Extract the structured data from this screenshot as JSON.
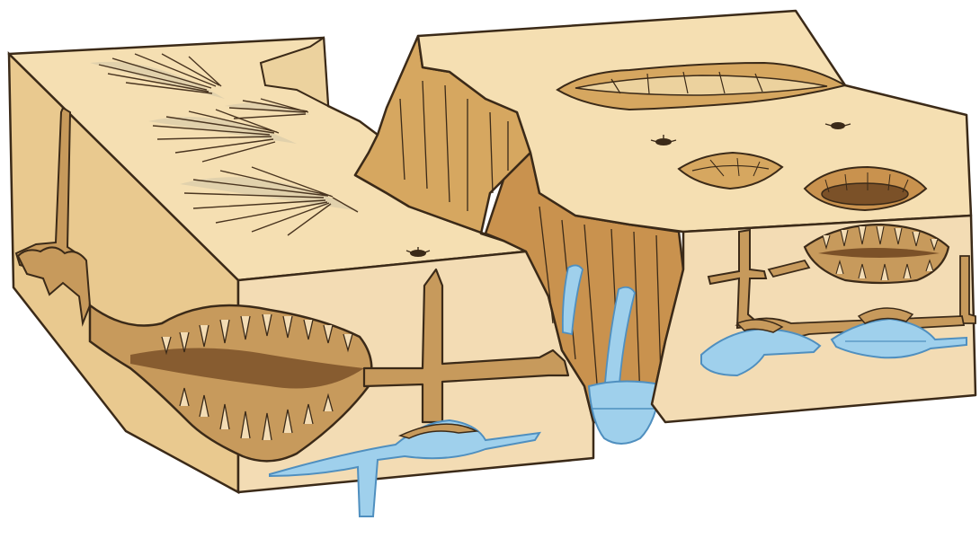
{
  "colors": {
    "background": "#ffffff",
    "surface_top": "#f5dfb2",
    "block_face": "#f3dcb4",
    "block_side": "#e9c98f",
    "cliff_wall": "#d6a760",
    "cliff_shadow": "#b98848",
    "cave_fill": "#c79a5c",
    "cave_dark": "#7b5128",
    "outline": "#3b2a18",
    "water": "#9fd0ec",
    "water_edge": "#4f8fbf"
  },
  "features": [
    {
      "name": "karren-field",
      "icon": "ridged-rock-fan"
    },
    {
      "name": "collapse-gorge",
      "icon": "canyon"
    },
    {
      "name": "dolines",
      "icon": "sinkhole"
    },
    {
      "name": "ponors",
      "icon": "swallow-hole"
    },
    {
      "name": "vertical-shafts",
      "icon": "shaft"
    },
    {
      "name": "cave-chambers",
      "icon": "stalactite-cave"
    },
    {
      "name": "underground-lakes",
      "icon": "water-pool"
    }
  ]
}
